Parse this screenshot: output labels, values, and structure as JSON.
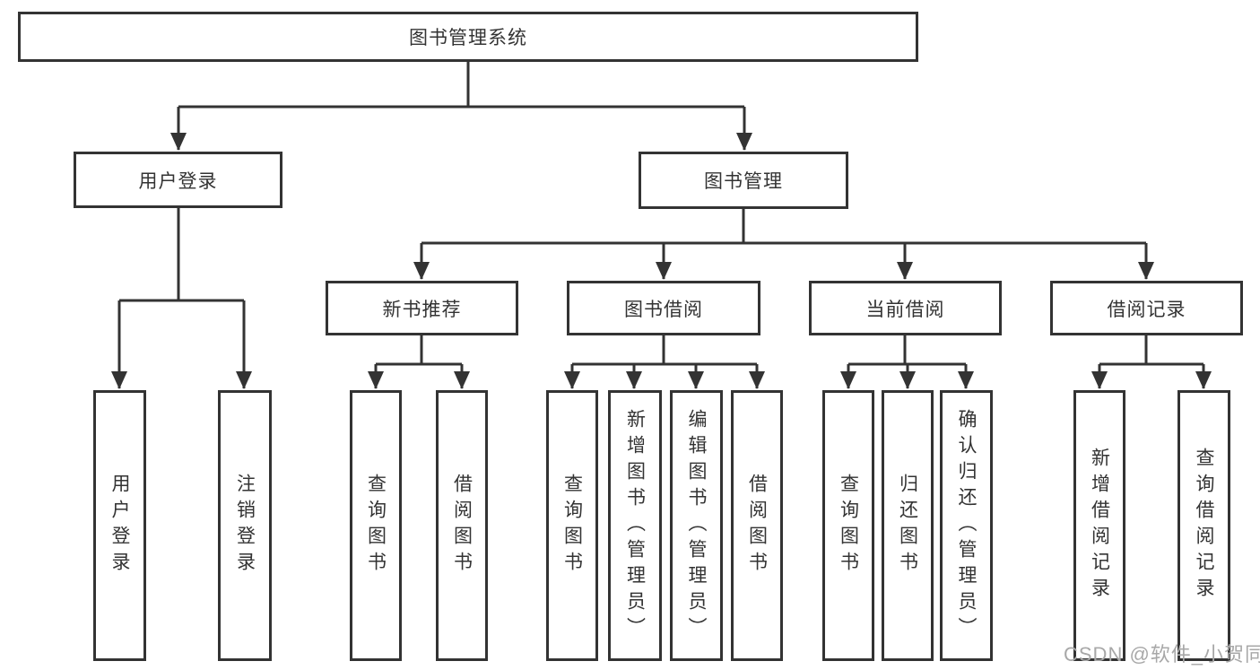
{
  "diagram": {
    "root": {
      "label": "图书管理系统"
    },
    "level2": {
      "user_login": {
        "label": "用户登录"
      },
      "book_mgmt": {
        "label": "图书管理"
      }
    },
    "level3": {
      "new_book_rec": {
        "label": "新书推荐"
      },
      "book_borrow": {
        "label": "图书借阅"
      },
      "current_borrow": {
        "label": "当前借阅"
      },
      "borrow_record": {
        "label": "借阅记录"
      }
    },
    "leaves": {
      "user_login_leaf": {
        "label": "用户登录"
      },
      "logout_leaf": {
        "label": "注销登录"
      },
      "rec_query": {
        "label": "查询图书"
      },
      "rec_borrow": {
        "label": "借阅图书"
      },
      "bb_query": {
        "label": "查询图书"
      },
      "bb_add": {
        "label": "新增图书（管理员）"
      },
      "bb_edit": {
        "label": "编辑图书（管理员）"
      },
      "bb_borrow": {
        "label": "借阅图书"
      },
      "cb_query": {
        "label": "查询图书"
      },
      "cb_return": {
        "label": "归还图书"
      },
      "cb_confirm": {
        "label": "确认归还（管理员）"
      },
      "br_add": {
        "label": "新增借阅记录"
      },
      "br_query": {
        "label": "查询借阅记录"
      }
    }
  },
  "watermark": {
    "text": "CSDN @软件_小贺同学"
  },
  "colors": {
    "line": "#333333",
    "box_border": "#333333",
    "text": "#333333",
    "watermark": "#a8a8a8",
    "background": "#ffffff"
  }
}
